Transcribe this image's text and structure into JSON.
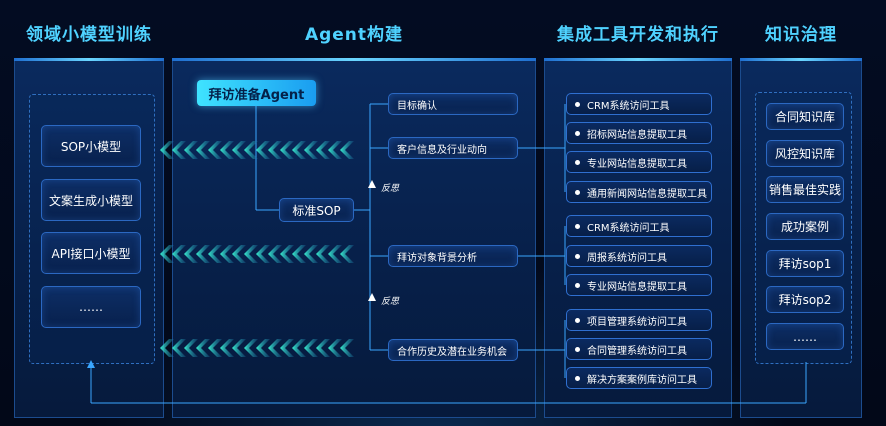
{
  "columns": {
    "domain": "领域小模型训练",
    "agent": "Agent构建",
    "tools": "集成工具开发和执行",
    "knowledge": "知识治理"
  },
  "models": [
    "SOP小模型",
    "文案生成小模型",
    "API接口小模型",
    "……"
  ],
  "agent_title": "拜访准备Agent",
  "sop_label": "标准SOP",
  "steps": [
    "目标确认",
    "客户信息及行业动向",
    "拜访对象背景分析",
    "合作历史及潜在业务机会"
  ],
  "feedback_label": "反思",
  "tool_groups": [
    [
      "CRM系统访问工具",
      "招标网站信息提取工具",
      "专业网站信息提取工具",
      "通用新闻网站信息提取工具"
    ],
    [
      "CRM系统访问工具",
      "周报系统访问工具",
      "专业网站信息提取工具"
    ],
    [
      "项目管理系统访问工具",
      "合同管理系统访问工具",
      "解决方案案例库访问工具"
    ]
  ],
  "knowledge": [
    "合同知识库",
    "风控知识库",
    "销售最佳实践",
    "成功案例",
    "拜访sop1",
    "拜访sop2",
    "……"
  ],
  "colors": {
    "title": "#4fd2ff",
    "agent_bg": "#3fe3ff",
    "line": "#3aa6ff",
    "chevron": "#2fe0c0"
  }
}
